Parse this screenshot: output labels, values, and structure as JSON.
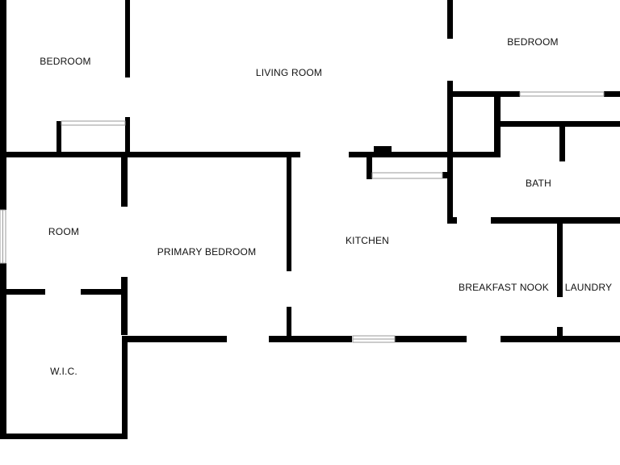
{
  "rooms": {
    "bedroom_left": "BEDROOM",
    "living_room": "LIVING ROOM",
    "bedroom_right": "BEDROOM",
    "bath": "BATH",
    "room": "ROOM",
    "primary_bedroom": "PRIMARY BEDROOM",
    "kitchen": "KITCHEN",
    "breakfast_nook": "BREAKFAST NOOK",
    "laundry": "LAUNDRY",
    "wic": "W.I.C."
  },
  "colors": {
    "wall": "#000000",
    "background": "#ffffff",
    "window_frame": "#9a9a9a"
  }
}
